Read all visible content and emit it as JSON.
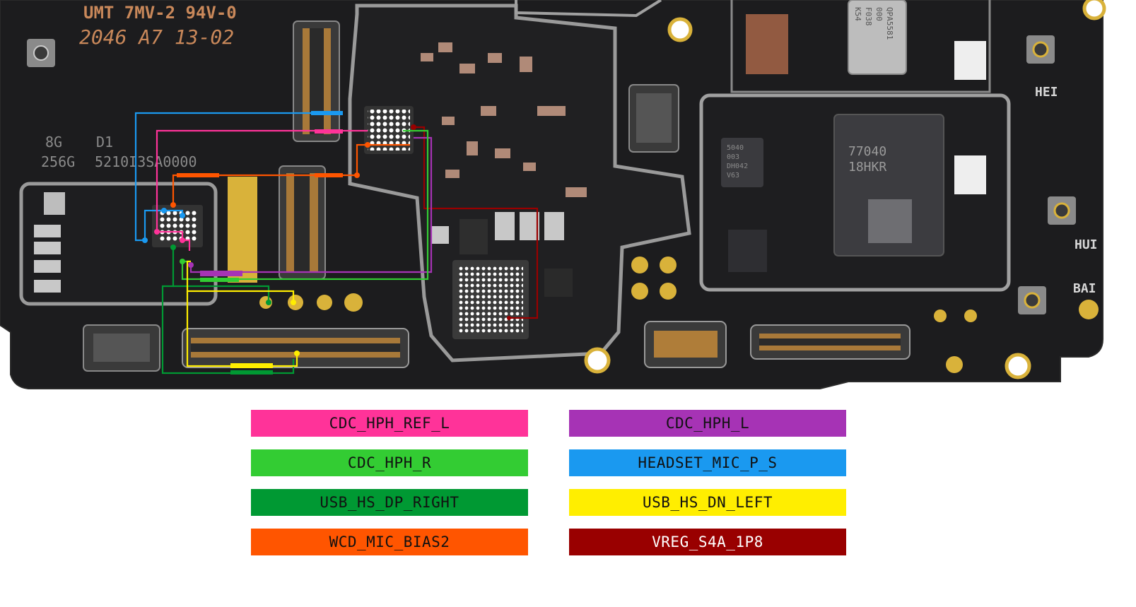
{
  "board": {
    "silkscreen": {
      "line1": "UMT 7MV-2 94V-0",
      "line2": "2046 A7 13-02",
      "mem1": "8G",
      "mem2": "256G",
      "d1": "D1",
      "code": "5210I3SA0000",
      "pa_chip": [
        "QPA5581",
        "000",
        "F038",
        "K54"
      ],
      "main_chip": [
        "77040",
        "18HKR"
      ],
      "small_chip": [
        "5040",
        "003",
        "DH042",
        "V63"
      ],
      "ant_hei": "HEI",
      "ant_hui": "HUI",
      "ant_bai": "BAI"
    }
  },
  "legend": {
    "items": [
      {
        "label": "CDC_HPH_REF_L",
        "color": "#ff3399"
      },
      {
        "label": "CDC_HPH_L",
        "color": "#a633b5"
      },
      {
        "label": "CDC_HPH_R",
        "color": "#33cc33"
      },
      {
        "label": "HEADSET_MIC_P_S",
        "color": "#1a99f0"
      },
      {
        "label": "USB_HS_DP_RIGHT",
        "color": "#009933"
      },
      {
        "label": "USB_HS_DN_LEFT",
        "color": "#ffee00"
      },
      {
        "label": "WCD_MIC_BIAS2",
        "color": "#ff5500"
      },
      {
        "label": "VREG_S4A_1P8",
        "color": "#990000"
      }
    ]
  }
}
